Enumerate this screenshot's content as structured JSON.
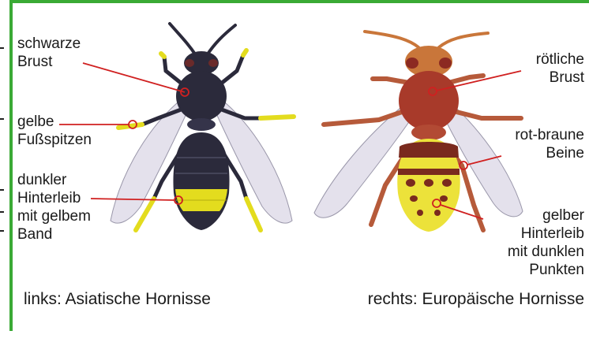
{
  "colors": {
    "frame_border": "#3aaa35",
    "pointer_line": "#d02020",
    "asian_body": "#2b2a3b",
    "asian_abdomen_yellow": "#e3dc1e",
    "european_head": "#c9763a",
    "european_thorax": "#a83a2a",
    "european_abdomen_yellow": "#ece23a",
    "european_abdomen_brown": "#7a2a1e",
    "wing_fill": "#e4e1ec"
  },
  "left_hornet": {
    "labels": {
      "thorax": [
        "schwarze",
        "Brust"
      ],
      "feet": [
        "gelbe",
        "Fußspitzen"
      ],
      "abdomen": [
        "dunkler",
        "Hinterleib",
        "mit gelbem",
        "Band"
      ]
    },
    "caption": "links: Asiatische Hornisse"
  },
  "right_hornet": {
    "labels": {
      "thorax": [
        "rötliche",
        "Brust"
      ],
      "legs": [
        "rot-braune",
        "Beine"
      ],
      "abdomen": [
        "gelber",
        "Hinterleib",
        "mit dunklen",
        "Punkten"
      ]
    },
    "caption": "rechts: Europäische Hornisse"
  }
}
